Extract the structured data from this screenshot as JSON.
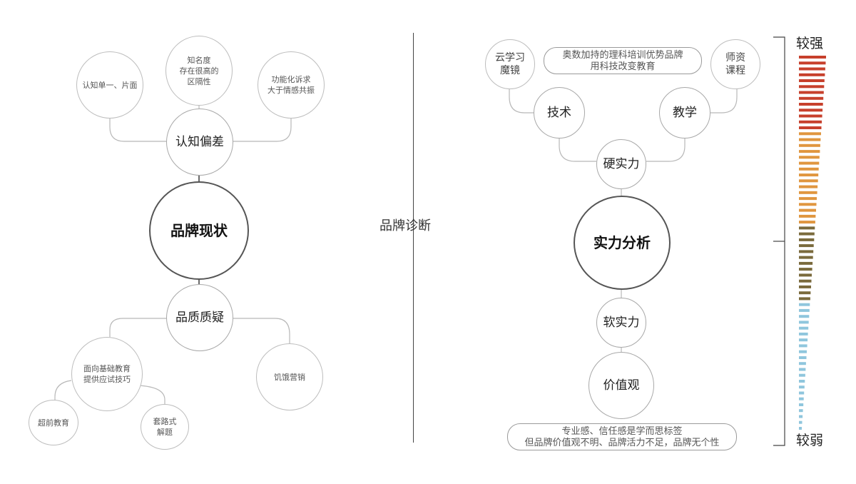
{
  "left": {
    "core": "品牌现状",
    "bias": {
      "title": "认知偏差",
      "items": [
        "认知单一、片面",
        "知名度\n存在很高的\n区隔性",
        "功能化诉求\n大于情感共振"
      ]
    },
    "doubt": {
      "title": "品质质疑",
      "items": [
        "面向基础教育\n提供应试技巧",
        "饥饿营销",
        "超前教育",
        "套路式\n解题"
      ]
    }
  },
  "center": {
    "label": "品牌诊断"
  },
  "right": {
    "core": "实力分析",
    "hard": {
      "title": "硬实力",
      "branches": [
        "技术",
        "教学"
      ],
      "leaves": [
        "云学习\n魔镜",
        "师资\n课程"
      ],
      "note": "奥数加持的理科培训优势品牌\n用科技改变教育"
    },
    "soft": {
      "title": "软实力"
    },
    "values": {
      "title": "价值观",
      "note": "专业感、信任感是学而思标签\n但品牌价值观不明、品牌活力不足，品牌无个性"
    }
  },
  "scale": {
    "top_label": "较强",
    "bottom_label": "较弱",
    "colors": {
      "strong": "#c7402c",
      "upper": "#e0963f",
      "middle": "#7a6a3c",
      "weak": "#8fc6dd"
    }
  }
}
